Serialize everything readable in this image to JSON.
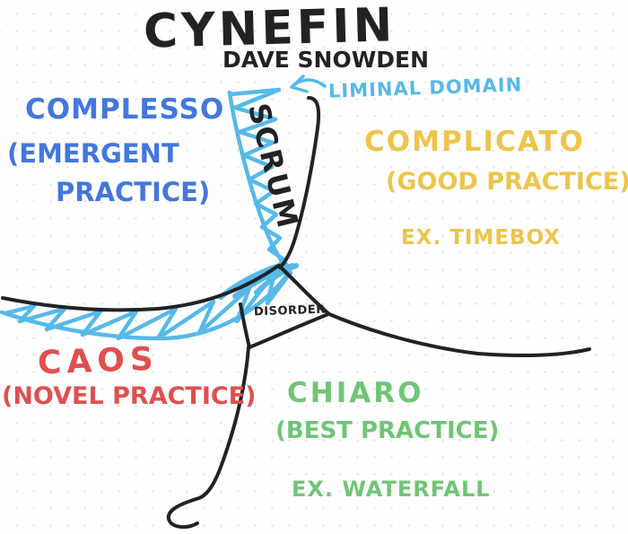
{
  "title": "CYNEFIN",
  "subtitle": "DAVE SNOWDEN",
  "liminal": {
    "label": "LIMINAL DOMAIN",
    "method": "SCRUM"
  },
  "domains": {
    "complex": {
      "name": "COMPLESSO",
      "practice_line1": "(EMERGENT",
      "practice_line2": "PRACTICE)"
    },
    "complicated": {
      "name": "COMPLICATO",
      "practice": "(GOOD PRACTICE)",
      "example": "EX. TIMEBOX"
    },
    "chaotic": {
      "name": "CAOS",
      "practice": "(NOVEL PRACTICE)"
    },
    "clear": {
      "name": "CHIARO",
      "practice": "(BEST PRACTICE)",
      "example": "EX. WATERFALL"
    },
    "disorder": {
      "name": "DISORDER"
    }
  },
  "colors": {
    "ink": "#222225",
    "complex_blue": "#4377dd",
    "complicated_yellow": "#edc44b",
    "chaotic_red": "#e04f4f",
    "clear_green": "#6fc576",
    "liminal_cyan": "#56b9e8"
  }
}
